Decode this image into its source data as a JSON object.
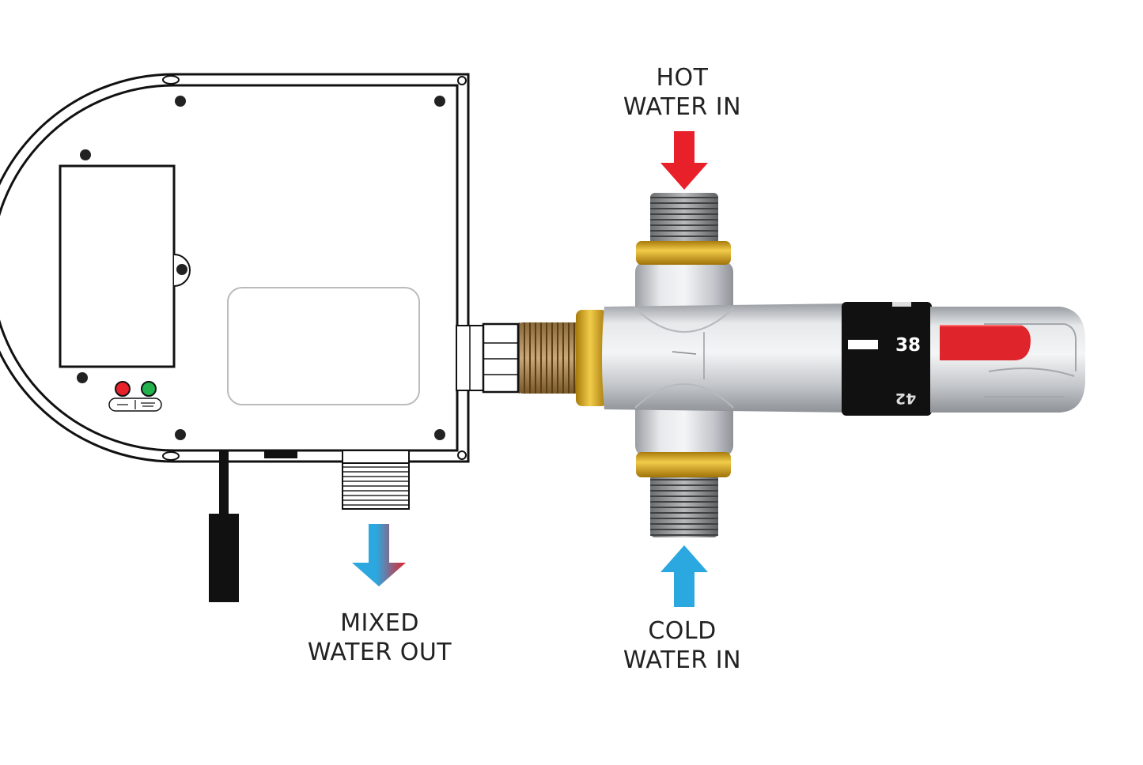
{
  "labels": {
    "hot": {
      "line1": "HOT",
      "line2": "WATER IN"
    },
    "cold": {
      "line1": "COLD",
      "line2": "WATER IN"
    },
    "mixed": {
      "line1": "MIXED",
      "line2": "WATER OUT"
    }
  },
  "dial": {
    "current": "38",
    "next": "42"
  },
  "colors": {
    "hot_arrow": "#e8202a",
    "cold_arrow": "#2ba8e0",
    "brass": "#d9a91e",
    "chrome": "#c9ccd0",
    "dial_band": "#111111",
    "handle": "#e0242b",
    "led_red": "#e8202a",
    "led_green": "#22b14c"
  }
}
